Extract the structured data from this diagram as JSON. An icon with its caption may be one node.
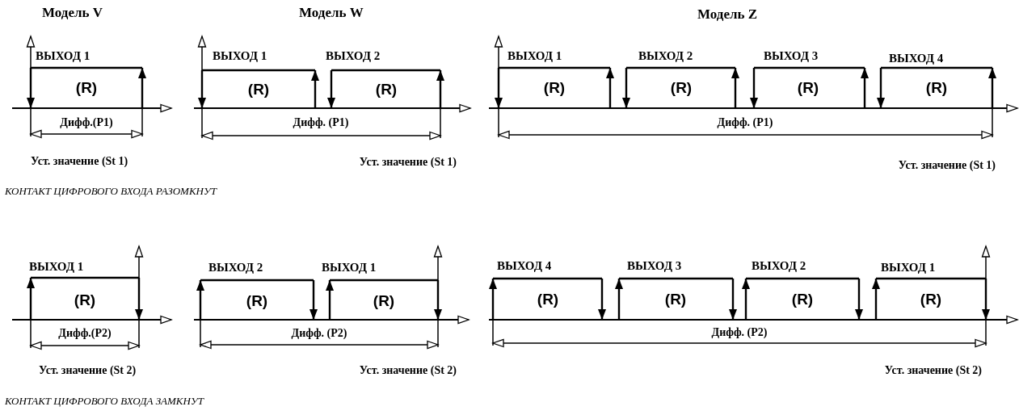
{
  "diagram": {
    "labels": [
      "Модель V",
      "Модель W",
      "Модель Z",
      "ВЫХОД 1",
      "ВЫХОД 1",
      "ВЫХОД 2",
      "ВЫХОД 1",
      "ВЫХОД 2",
      "ВЫХОД 3",
      "ВЫХОД 4",
      "(R)",
      "(R)",
      "(R)",
      "(R)",
      "(R)",
      "(R)",
      "(R)",
      "Дифф.(P1)",
      "Дифф. (P1)",
      "Дифф. (P1)",
      "Уст. значение (St 1)",
      "Уст. значение (St 1)",
      "Уст. значение (St 1)",
      "КОНТАКТ ЦИФРОВОГО ВХОДА РАЗОМКНУТ",
      "ВЫХОД 1",
      "ВЫХОД 2",
      "ВЫХОД 1",
      "ВЫХОД 4",
      "ВЫХОД 3",
      "ВЫХОД 2",
      "ВЫХОД 1",
      "(R)",
      "(R)",
      "(R)",
      "(R)",
      "(R)",
      "(R)",
      "(R)",
      "Дифф.(P2)",
      "Дифф. (P2)",
      "Дифф. (P2)",
      "Уст. значение (St 2)",
      "Уст. значение (St 2)",
      "Уст. значение (St 2)",
      "КОНТАКТ ЦИФРОВОГО ВХОДА ЗАМКНУТ"
    ]
  }
}
